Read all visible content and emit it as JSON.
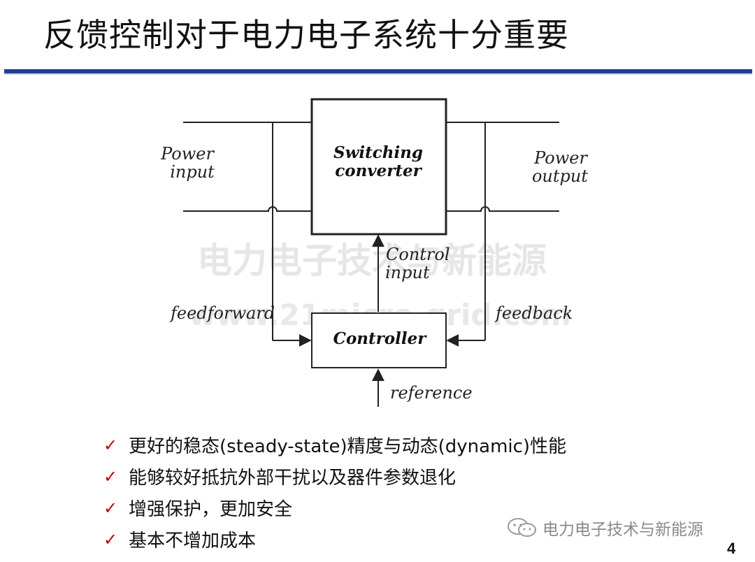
{
  "slide": {
    "title": "反馈控制对于电力电子系统十分重要",
    "page_number": "4"
  },
  "colors": {
    "rule": "#1f3f8f",
    "check": "#c00000",
    "watermark": "#e6e6e6"
  },
  "diagram": {
    "switching_converter": [
      "Switching",
      "converter"
    ],
    "controller": "Controller",
    "power_input": [
      "Power",
      "input"
    ],
    "power_output": [
      "Power",
      "output"
    ],
    "control_input": [
      "Control",
      "input"
    ],
    "feedforward": "feedforward",
    "feedback": "feedback",
    "reference": "reference",
    "watermark_cn": "电力电子技术与新能源",
    "watermark_url": "www.21micro-grid.com"
  },
  "bullets": [
    "更好的稳态(steady-state)精度与动态(dynamic)性能",
    "能够较好抵抗外部干扰以及器件参数退化",
    "增强保护，更加安全",
    "基本不增加成本"
  ],
  "footer": {
    "brand": "电力电子技术与新能源",
    "icon": "wechat-icon"
  }
}
